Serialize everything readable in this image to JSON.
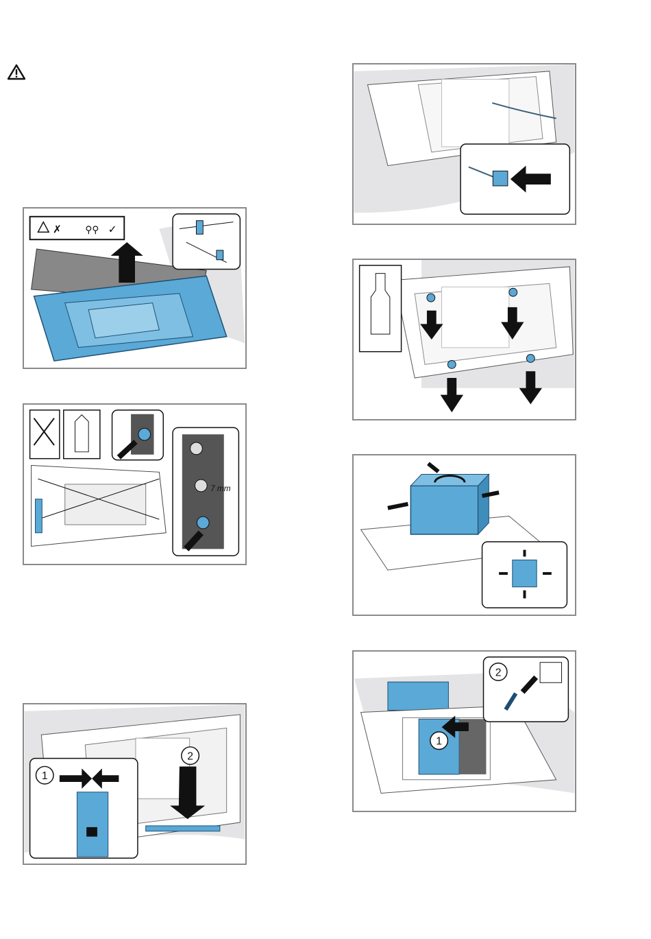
{
  "page": {
    "warning_symbol": "warning-triangle-icon"
  },
  "panels": {
    "lift_hood": {
      "caption_icons": [
        "warning-icon",
        "one-person-lift-crossed",
        "two-person-lift-check"
      ]
    },
    "mount_brackets": {
      "dimension_label": "7 mm"
    },
    "remove_filter": {
      "step_1": "1",
      "step_2": "2"
    },
    "plug_power": {
      "step_1": "1",
      "step_2": "2"
    }
  },
  "colors": {
    "accent_blue": "#5aa9d6",
    "frame_gray": "#8a8a8a",
    "shadow_gray": "#e4e4e6"
  }
}
